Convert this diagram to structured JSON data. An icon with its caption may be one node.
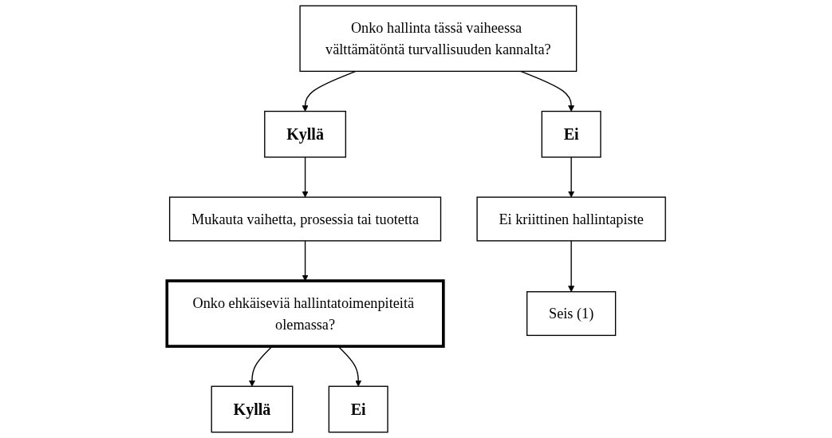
{
  "diagram": {
    "nodes": [
      {
        "text": [
          "Onko ehkäiseviä hallintatoimenpiteitä olemassa?"
        ]
      },
      {
        "text": [
          "Kyllä"
        ]
      },
      {
        "text": [
          "Ei"
        ]
      },
      {
        "text": [
          "Mukauta vaihetta, prosessia tai tuotetta"
        ]
      },
      {
        "text": [
          "Onko hallinta tässä vaiheessa välttämätöntä turvallisuuden kannalta?"
        ]
      },
      {
        "text": [
          "Kyllä"
        ]
      },
      {
        "text": [
          "Ei"
        ]
      },
      {
        "text": [
          "Ei kriittinen hallintapiste"
        ]
      },
      {
        "text": [
          "Seis (1)"
        ]
      }
    ],
    "edges": [
      {
        "from": 0,
        "to": 1,
        "arrow": "to"
      },
      {
        "from": 0,
        "to": 2,
        "arrow": "to"
      },
      {
        "from": 3,
        "to": 0,
        "arrow": "to"
      },
      {
        "from": 4,
        "to": 5,
        "arrow": "to"
      },
      {
        "from": 5,
        "to": 3,
        "arrow": "to"
      },
      {
        "from": 4,
        "to": 6,
        "arrow": "to"
      },
      {
        "from": 6,
        "to": 7,
        "arrow": "to"
      },
      {
        "from": 7,
        "to": 8,
        "arrow": "to"
      }
    ]
  }
}
